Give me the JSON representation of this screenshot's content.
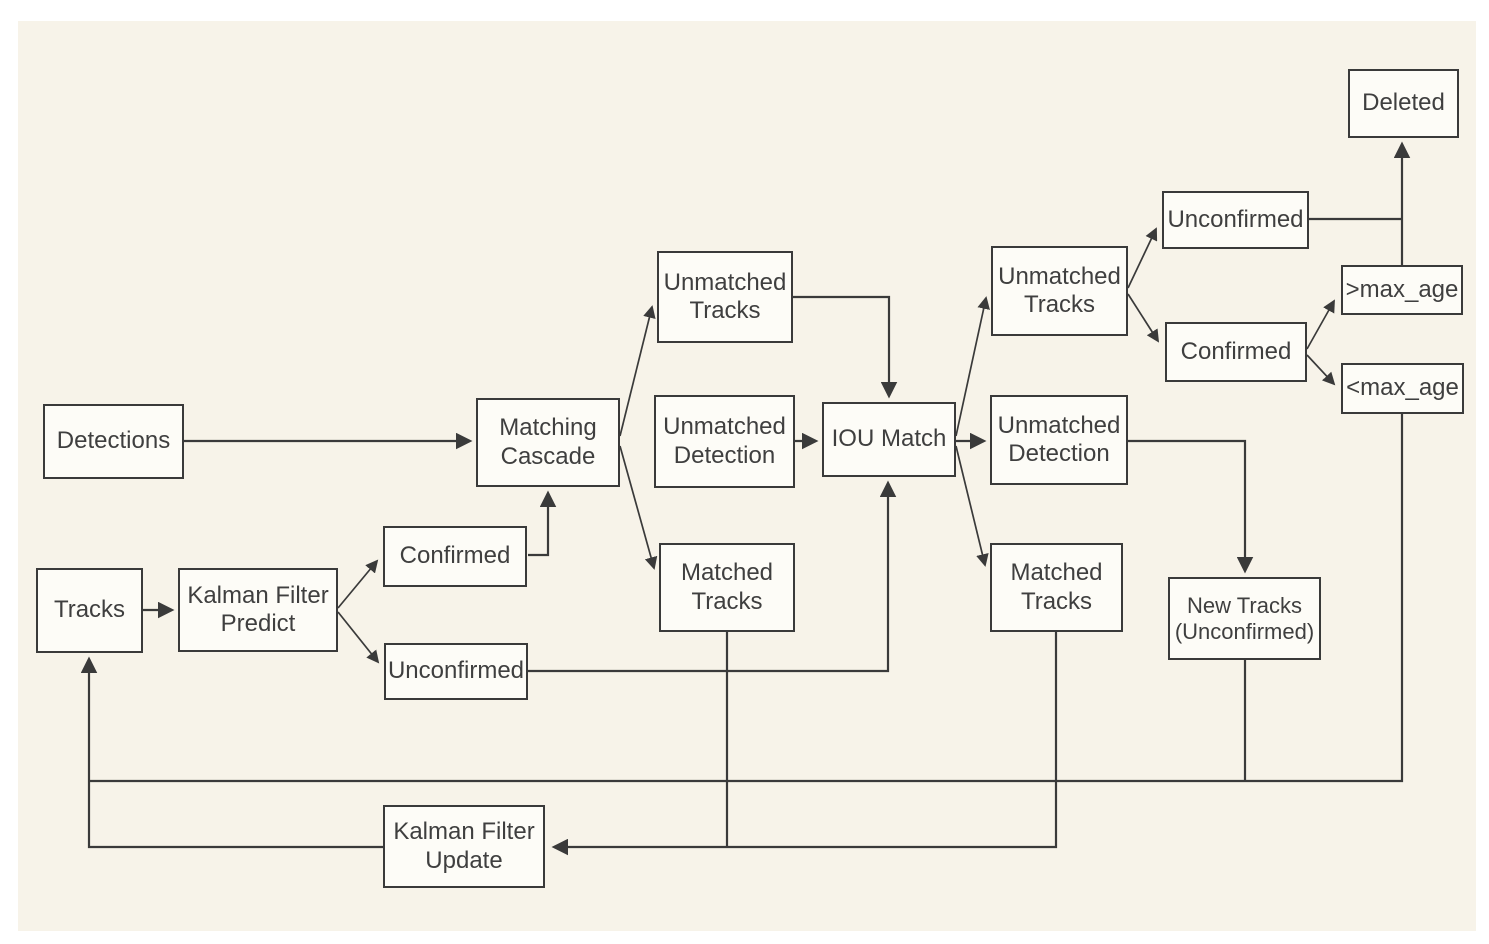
{
  "diagram": {
    "title": "DeepSORT tracking pipeline flowchart",
    "colors": {
      "page_background": "#ffffff",
      "board_background": "#f7f3e9",
      "box_fill": "#fdfcf7",
      "box_border": "#3a3a3a",
      "line_color": "#3a3a3a",
      "text_color": "#3f3f3f"
    },
    "nodes": {
      "detections": {
        "label": "Detections"
      },
      "tracks": {
        "label": "Tracks"
      },
      "kalman_predict": {
        "label": "Kalman Filter Predict"
      },
      "confirmed_1": {
        "label": "Confirmed"
      },
      "unconfirmed_1": {
        "label": "Unconfirmed"
      },
      "matching_cascade": {
        "label": "Matching Cascade"
      },
      "unmatched_tracks_1": {
        "label": "Unmatched Tracks"
      },
      "unmatched_detection_1": {
        "label": "Unmatched Detection"
      },
      "matched_tracks_1": {
        "label": "Matched Tracks"
      },
      "iou_match": {
        "label": "IOU Match"
      },
      "unmatched_tracks_2": {
        "label": "Unmatched Tracks"
      },
      "unmatched_detection_2": {
        "label": "Unmatched Detection"
      },
      "matched_tracks_2": {
        "label": "Matched Tracks"
      },
      "unconfirmed_2": {
        "label": "Unconfirmed"
      },
      "confirmed_2": {
        "label": "Confirmed"
      },
      "deleted": {
        "label": "Deleted"
      },
      "gt_max_age": {
        "label": ">max_age"
      },
      "lt_max_age": {
        "label": "<max_age"
      },
      "new_tracks": {
        "label": "New Tracks (Unconfirmed)"
      },
      "kalman_update": {
        "label": "Kalman Filter Update"
      }
    },
    "edges": [
      {
        "from": "detections",
        "to": "matching_cascade"
      },
      {
        "from": "tracks",
        "to": "kalman_predict"
      },
      {
        "from": "kalman_predict",
        "to": "confirmed_1"
      },
      {
        "from": "kalman_predict",
        "to": "unconfirmed_1"
      },
      {
        "from": "confirmed_1",
        "to": "matching_cascade"
      },
      {
        "from": "unconfirmed_1",
        "to": "iou_match"
      },
      {
        "from": "matching_cascade",
        "to": "unmatched_tracks_1"
      },
      {
        "from": "matching_cascade",
        "to": "unmatched_detection_1"
      },
      {
        "from": "matching_cascade",
        "to": "matched_tracks_1"
      },
      {
        "from": "unmatched_tracks_1",
        "to": "iou_match"
      },
      {
        "from": "unmatched_detection_1",
        "to": "iou_match"
      },
      {
        "from": "iou_match",
        "to": "unmatched_tracks_2"
      },
      {
        "from": "iou_match",
        "to": "unmatched_detection_2"
      },
      {
        "from": "iou_match",
        "to": "matched_tracks_2"
      },
      {
        "from": "unmatched_tracks_2",
        "to": "unconfirmed_2"
      },
      {
        "from": "unmatched_tracks_2",
        "to": "confirmed_2"
      },
      {
        "from": "confirmed_2",
        "to": "gt_max_age"
      },
      {
        "from": "confirmed_2",
        "to": "lt_max_age"
      },
      {
        "from": "gt_max_age",
        "to": "deleted"
      },
      {
        "from": "unconfirmed_2",
        "to": "deleted"
      },
      {
        "from": "unmatched_detection_2",
        "to": "new_tracks"
      },
      {
        "from": "lt_max_age",
        "to": "tracks"
      },
      {
        "from": "new_tracks",
        "to": "tracks"
      },
      {
        "from": "matched_tracks_1",
        "to": "kalman_update"
      },
      {
        "from": "matched_tracks_2",
        "to": "kalman_update"
      },
      {
        "from": "kalman_update",
        "to": "tracks"
      }
    ]
  }
}
